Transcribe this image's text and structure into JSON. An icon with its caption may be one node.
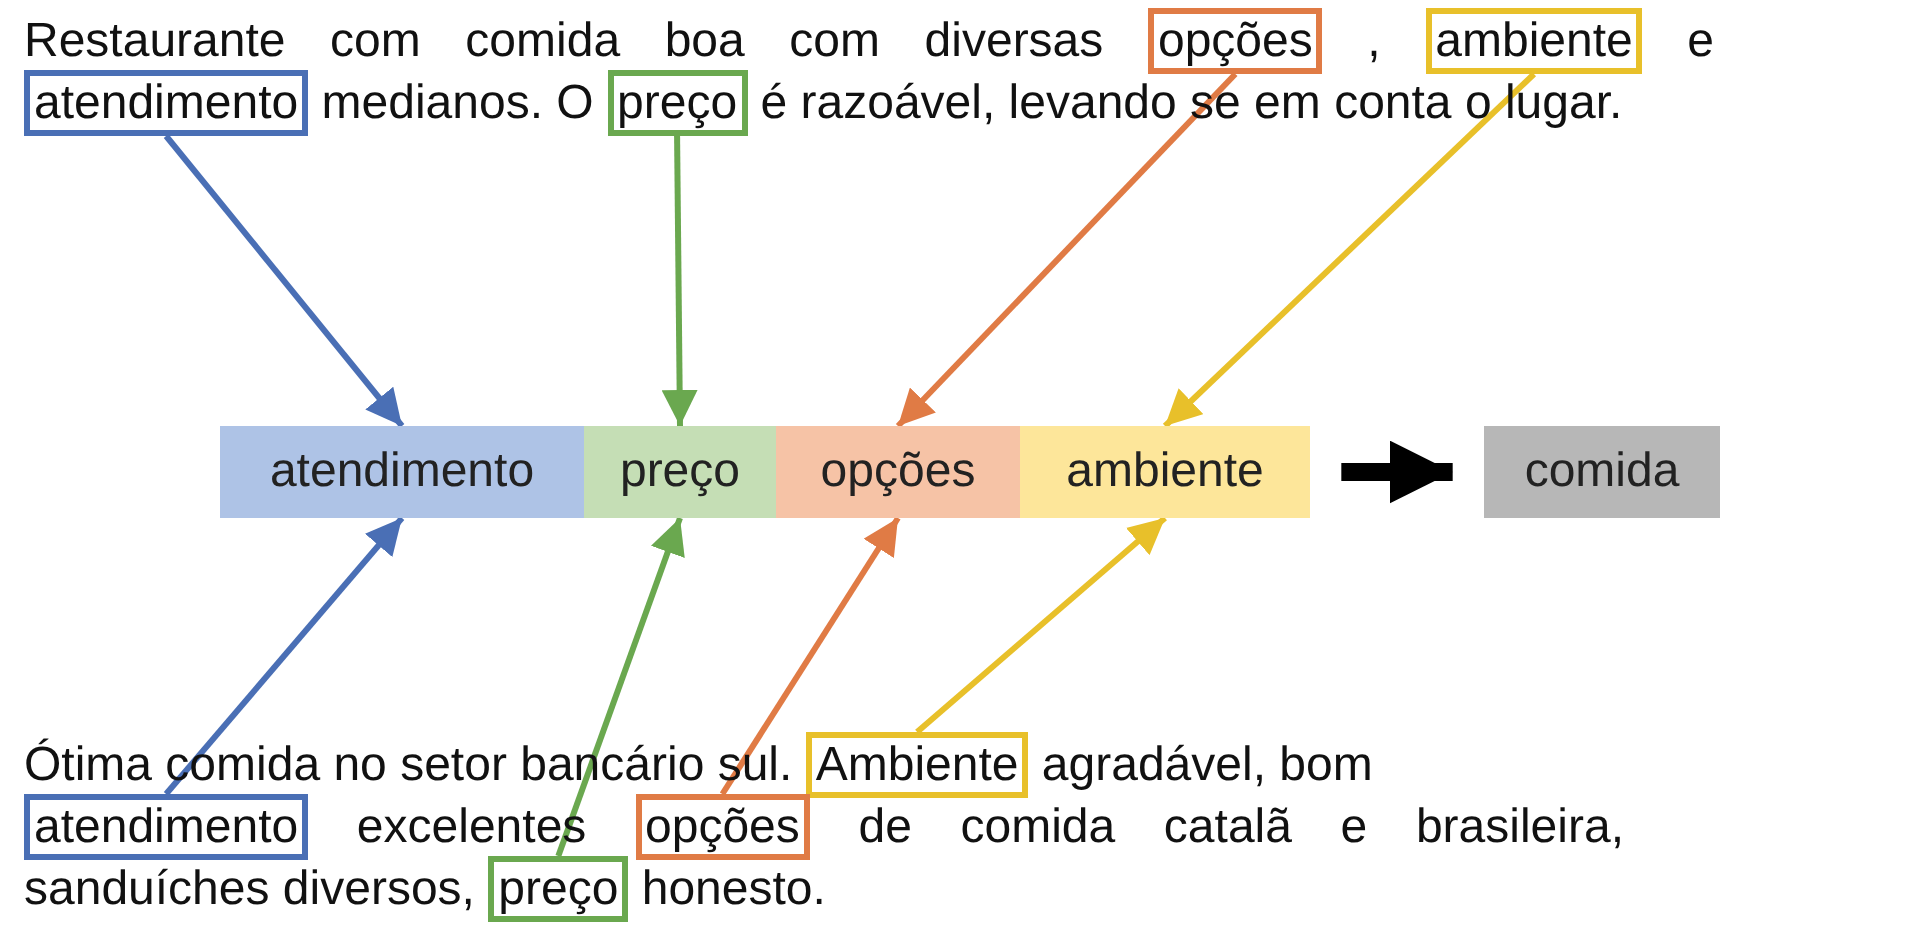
{
  "diagram": {
    "nodes": [
      {
        "text": [
          "opções"
        ]
      },
      {
        "text": [
          "ambiente"
        ]
      },
      {
        "text": [
          "atendimento"
        ]
      },
      {
        "text": [
          "preço"
        ]
      },
      {
        "text": [
          "atendimento"
        ]
      },
      {
        "text": [
          "preço"
        ]
      },
      {
        "text": [
          "opções"
        ]
      },
      {
        "text": [
          "ambiente"
        ]
      },
      {
        "text": [
          "comida"
        ]
      },
      {
        "text": [
          "Ambiente"
        ]
      },
      {
        "text": [
          "atendimento"
        ]
      },
      {
        "text": [
          "opções"
        ]
      },
      {
        "text": [
          "preço"
        ]
      }
    ],
    "edges": [
      {
        "from": 2,
        "to": 4,
        "arrow": "to",
        "color": "#4a6fb5"
      },
      {
        "from": 3,
        "to": 5,
        "arrow": "to",
        "color": "#6aa84f"
      },
      {
        "from": 0,
        "to": 6,
        "arrow": "to",
        "color": "#e07b45"
      },
      {
        "from": 1,
        "to": 7,
        "arrow": "to",
        "color": "#e8c02a"
      },
      {
        "from": 7,
        "to": 8,
        "arrow": "to",
        "style": "thick",
        "color": "#000000"
      },
      {
        "from": 10,
        "to": 4,
        "arrow": "to",
        "color": "#4a6fb5"
      },
      {
        "from": 12,
        "to": 5,
        "arrow": "to",
        "color": "#6aa84f"
      },
      {
        "from": 11,
        "to": 6,
        "arrow": "to",
        "color": "#e07b45"
      },
      {
        "from": 9,
        "to": 7,
        "arrow": "to",
        "color": "#e8c02a"
      }
    ],
    "labels": [
      "Restaurante com comida boa com diversas",
      ",",
      "e",
      "medianos. O",
      "é razoável, levando se em conta o lugar.",
      "Ótima comida no setor bancário sul.",
      "agradável, bom",
      "excelentes",
      "de comida catalã e brasileira, sanduíches diversos,",
      "honesto."
    ]
  }
}
